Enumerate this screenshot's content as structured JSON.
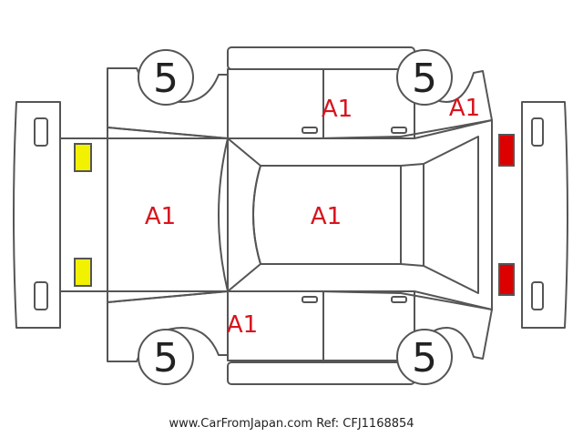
{
  "tires": {
    "front_left": "5",
    "front_right": "5",
    "rear_left": "5",
    "rear_right": "5"
  },
  "damage": {
    "code": "A1"
  },
  "colors": {
    "outline": "#555555",
    "damage_text": "#d8141e",
    "headlight": "#f2f200",
    "taillight": "#dd0000"
  },
  "footer": {
    "site": "www.CarFromJapan.com",
    "ref": "Ref: CFJ1168854"
  }
}
